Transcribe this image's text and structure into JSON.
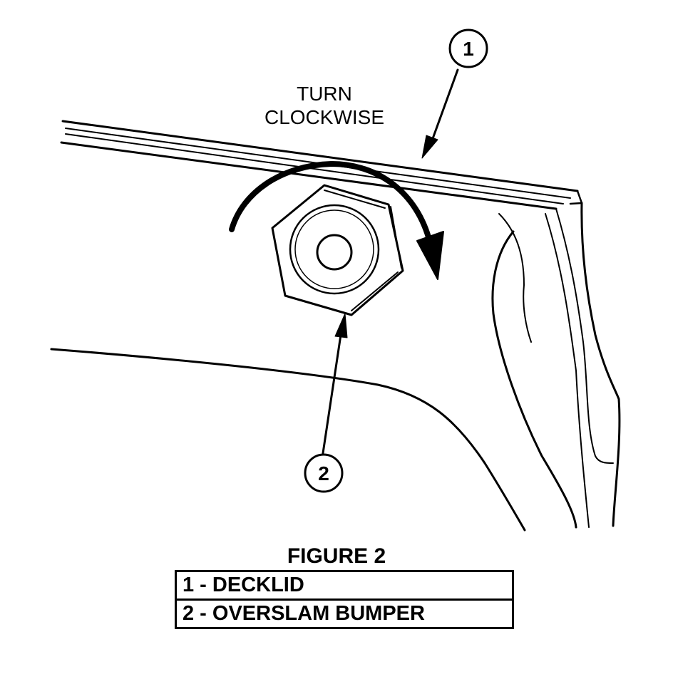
{
  "annotation": {
    "line1": "TURN",
    "line2": "CLOCKWISE"
  },
  "callouts": [
    {
      "number": "1"
    },
    {
      "number": "2"
    }
  ],
  "caption": {
    "title": "FIGURE 2"
  },
  "legend": [
    {
      "text": "1 - DECKLID"
    },
    {
      "text": "2 - OVERSLAM BUMPER"
    }
  ],
  "colors": {
    "ink": "#000000",
    "paper": "#ffffff"
  }
}
